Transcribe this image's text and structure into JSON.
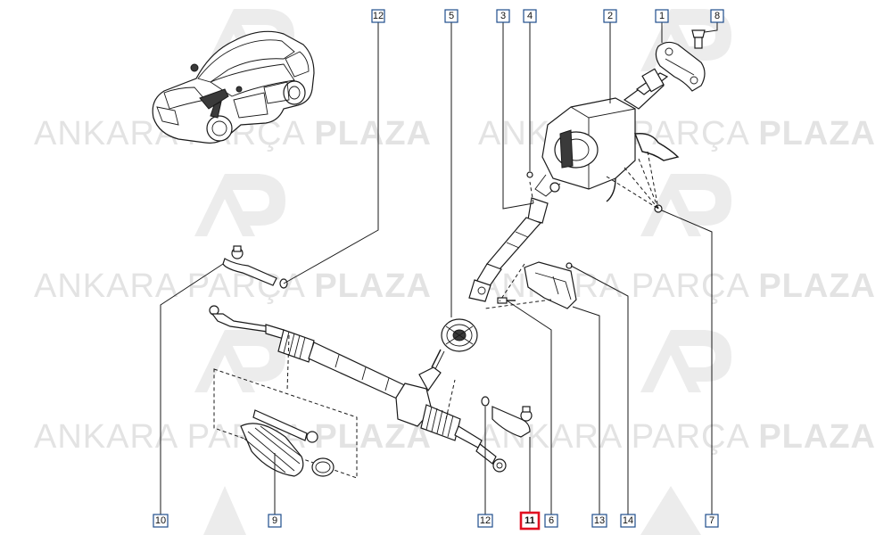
{
  "watermark": {
    "brand_regular": "ANKARA",
    "brand_light": "PARÇA",
    "brand_bold": "PLAZA",
    "logo_letters": "AP",
    "color": "#e3e3e3"
  },
  "callouts": [
    {
      "id": "c12top",
      "label": "12",
      "highlight": false
    },
    {
      "id": "c5",
      "label": "5",
      "highlight": false
    },
    {
      "id": "c3",
      "label": "3",
      "highlight": false
    },
    {
      "id": "c4",
      "label": "4",
      "highlight": false
    },
    {
      "id": "c2",
      "label": "2",
      "highlight": false
    },
    {
      "id": "c1",
      "label": "1",
      "highlight": false
    },
    {
      "id": "c8",
      "label": "8",
      "highlight": false
    },
    {
      "id": "c10",
      "label": "10",
      "highlight": false
    },
    {
      "id": "c9",
      "label": "9",
      "highlight": false
    },
    {
      "id": "c12bot",
      "label": "12",
      "highlight": false
    },
    {
      "id": "c11",
      "label": "11",
      "highlight": true
    },
    {
      "id": "c6",
      "label": "6",
      "highlight": false
    },
    {
      "id": "c13",
      "label": "13",
      "highlight": false
    },
    {
      "id": "c14",
      "label": "14",
      "highlight": false
    },
    {
      "id": "c7",
      "label": "7",
      "highlight": false
    }
  ],
  "colors": {
    "callout_border": "#1f4e8c",
    "highlight_border": "#e01020",
    "line": "#1a1a1a"
  }
}
